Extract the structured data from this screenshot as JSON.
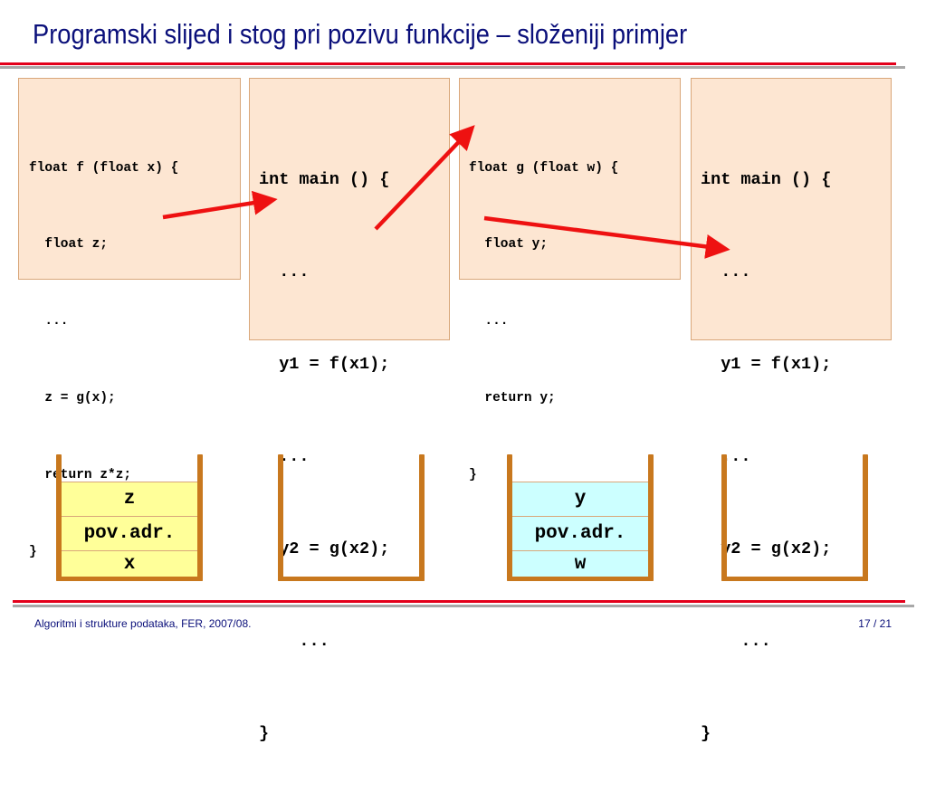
{
  "slide": {
    "title": "Programski slijed i stog pri pozivu funkcije – složeniji primjer",
    "footer_left": "Algoritmi i strukture podataka, FER, 2007/08.",
    "footer_right": "17 / 21"
  },
  "code_boxes": {
    "f_func": [
      "float f (float x) {",
      "  float z;",
      "  ...",
      "  z = g(x);",
      "  return z*z;",
      "}"
    ],
    "main1": [
      "int main () {",
      "  ...",
      "  y1 = f(x1);",
      "  ...",
      "  y2 = g(x2);",
      "    ...",
      "}"
    ],
    "g_func": [
      "float g (float w) {",
      "  float y;",
      "  ...",
      "  return y;",
      "}"
    ],
    "main2": [
      "int main () {",
      "  ...",
      "  y1 = f(x1);",
      "  ...",
      "  y2 = g(x2);",
      "    ...",
      "}"
    ]
  },
  "stacks": {
    "stack1": {
      "cells": [
        "z",
        "pov.adr.",
        "x"
      ],
      "color": "#ffff99"
    },
    "stack2": {
      "cells": []
    },
    "stack3": {
      "cells": [
        "y",
        "pov.adr.",
        "w"
      ],
      "color": "#ccffff"
    },
    "stack4": {
      "cells": []
    }
  },
  "colors": {
    "accent_red": "#e3001b",
    "title_blue": "#0a0f7a",
    "box_fill": "#fde6d2",
    "stack_wall": "#c8781e"
  }
}
